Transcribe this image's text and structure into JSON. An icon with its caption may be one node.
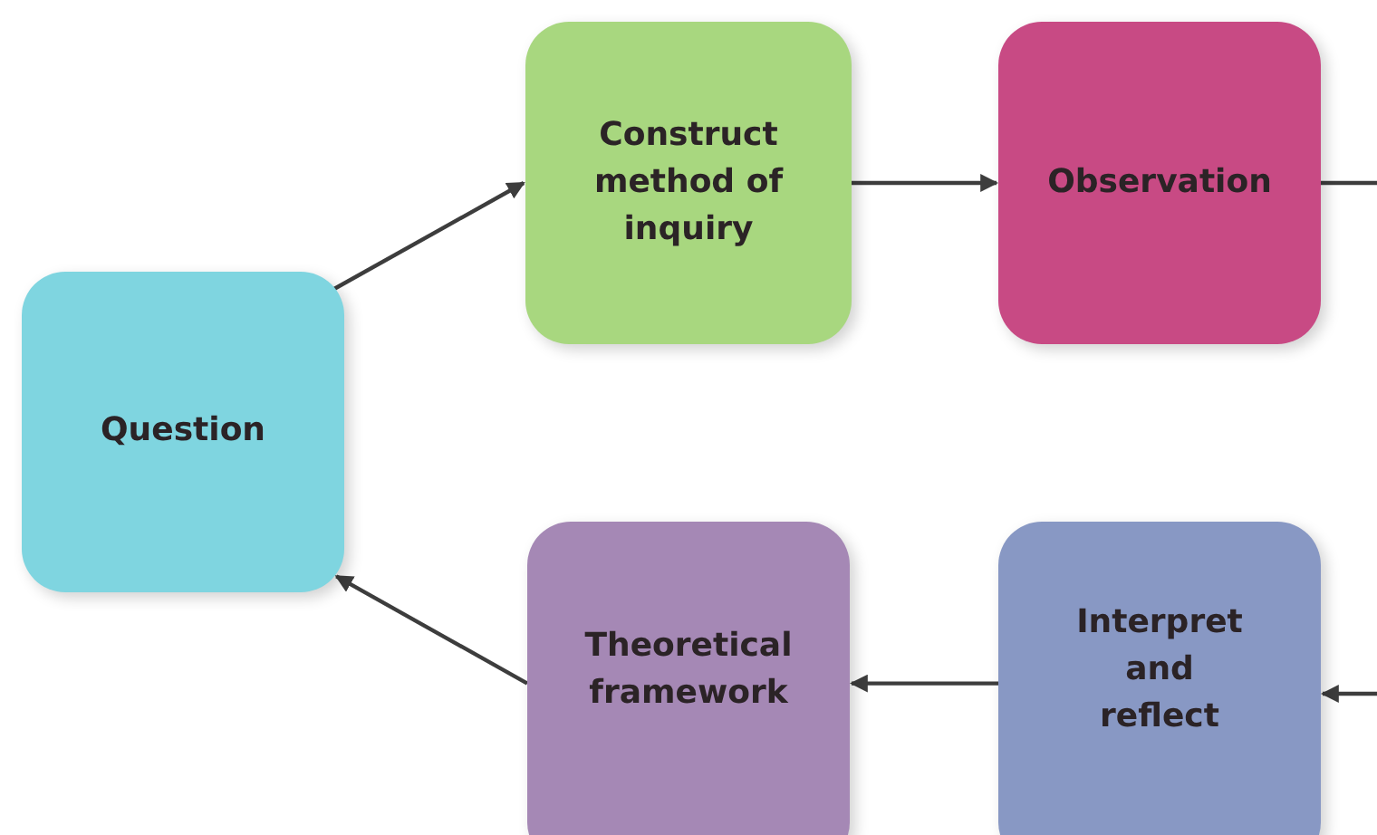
{
  "diagram": {
    "nodes": [
      {
        "text": [
          "Question"
        ]
      },
      {
        "text": [
          "Construct method of inquiry"
        ]
      },
      {
        "text": [
          "Observation"
        ]
      },
      {
        "text": [
          "Theoretical framework"
        ]
      },
      {
        "text": [
          "Interpret and reflect"
        ]
      }
    ],
    "edges": [
      {
        "from": 0,
        "to": 1,
        "arrow": "to"
      },
      {
        "from": 1,
        "to": 2,
        "arrow": "to"
      },
      {
        "from": 2,
        "to": null,
        "arrow": "none"
      },
      {
        "from": null,
        "to": 4,
        "arrow": "to"
      },
      {
        "from": 4,
        "to": 3,
        "arrow": "to"
      },
      {
        "from": 3,
        "to": 0,
        "arrow": "to"
      }
    ]
  }
}
